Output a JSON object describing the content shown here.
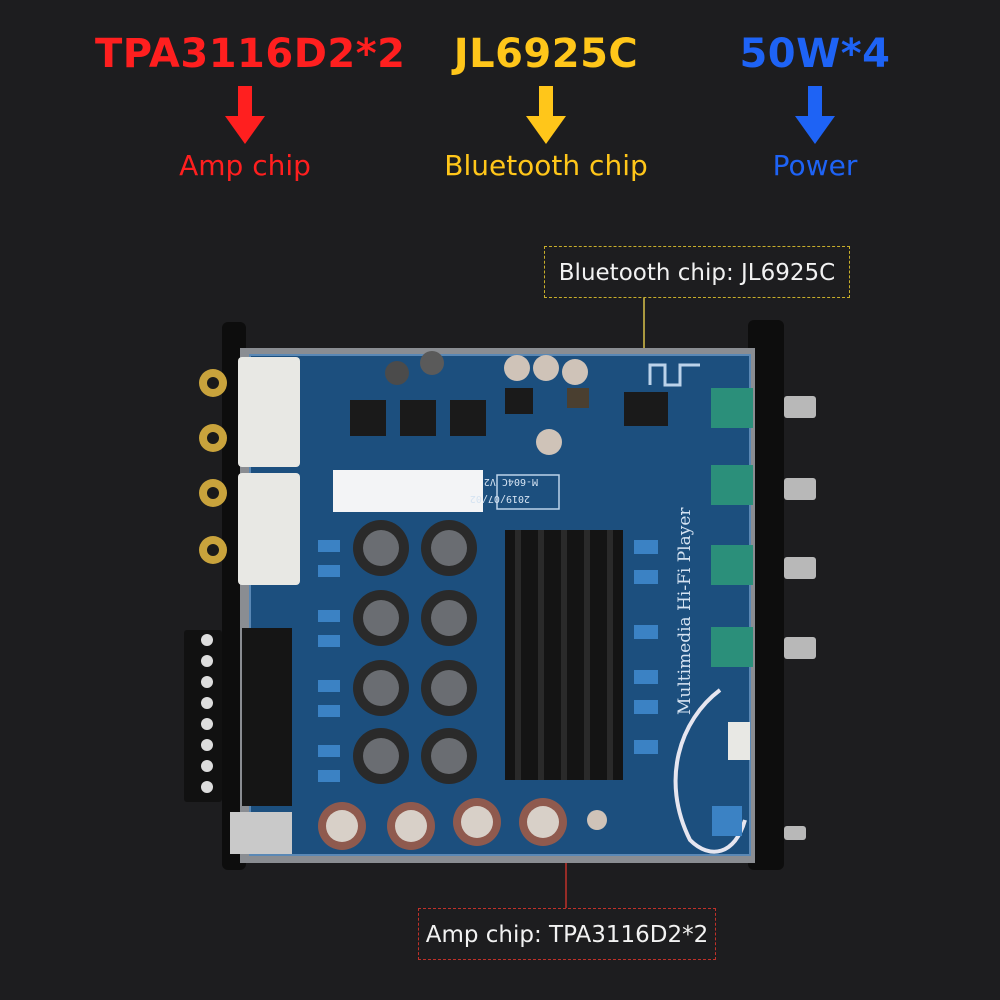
{
  "specs": [
    {
      "title": "TPA3116D2*2",
      "subtitle": "Amp chip",
      "color": "#ff1f1f"
    },
    {
      "title": "JL6925C",
      "subtitle": "Bluetooth chip",
      "color": "#ffc61a"
    },
    {
      "title": "50W*4",
      "subtitle": "Power",
      "color": "#1e63f5"
    }
  ],
  "callouts": {
    "bluetooth": {
      "text": "Bluetooth chip: JL6925C",
      "border_color": "#c8ae2a"
    },
    "amp": {
      "text": "Amp chip: TPA3116D2*2",
      "border_color": "#c0312a"
    }
  },
  "board": {
    "silkscreen": "Multimedia Hi-Fi Player",
    "model": "M-604C V2",
    "date": "2019/07/02",
    "pcb_color": "#1c4f7e",
    "heatsink_color": "#141414"
  }
}
